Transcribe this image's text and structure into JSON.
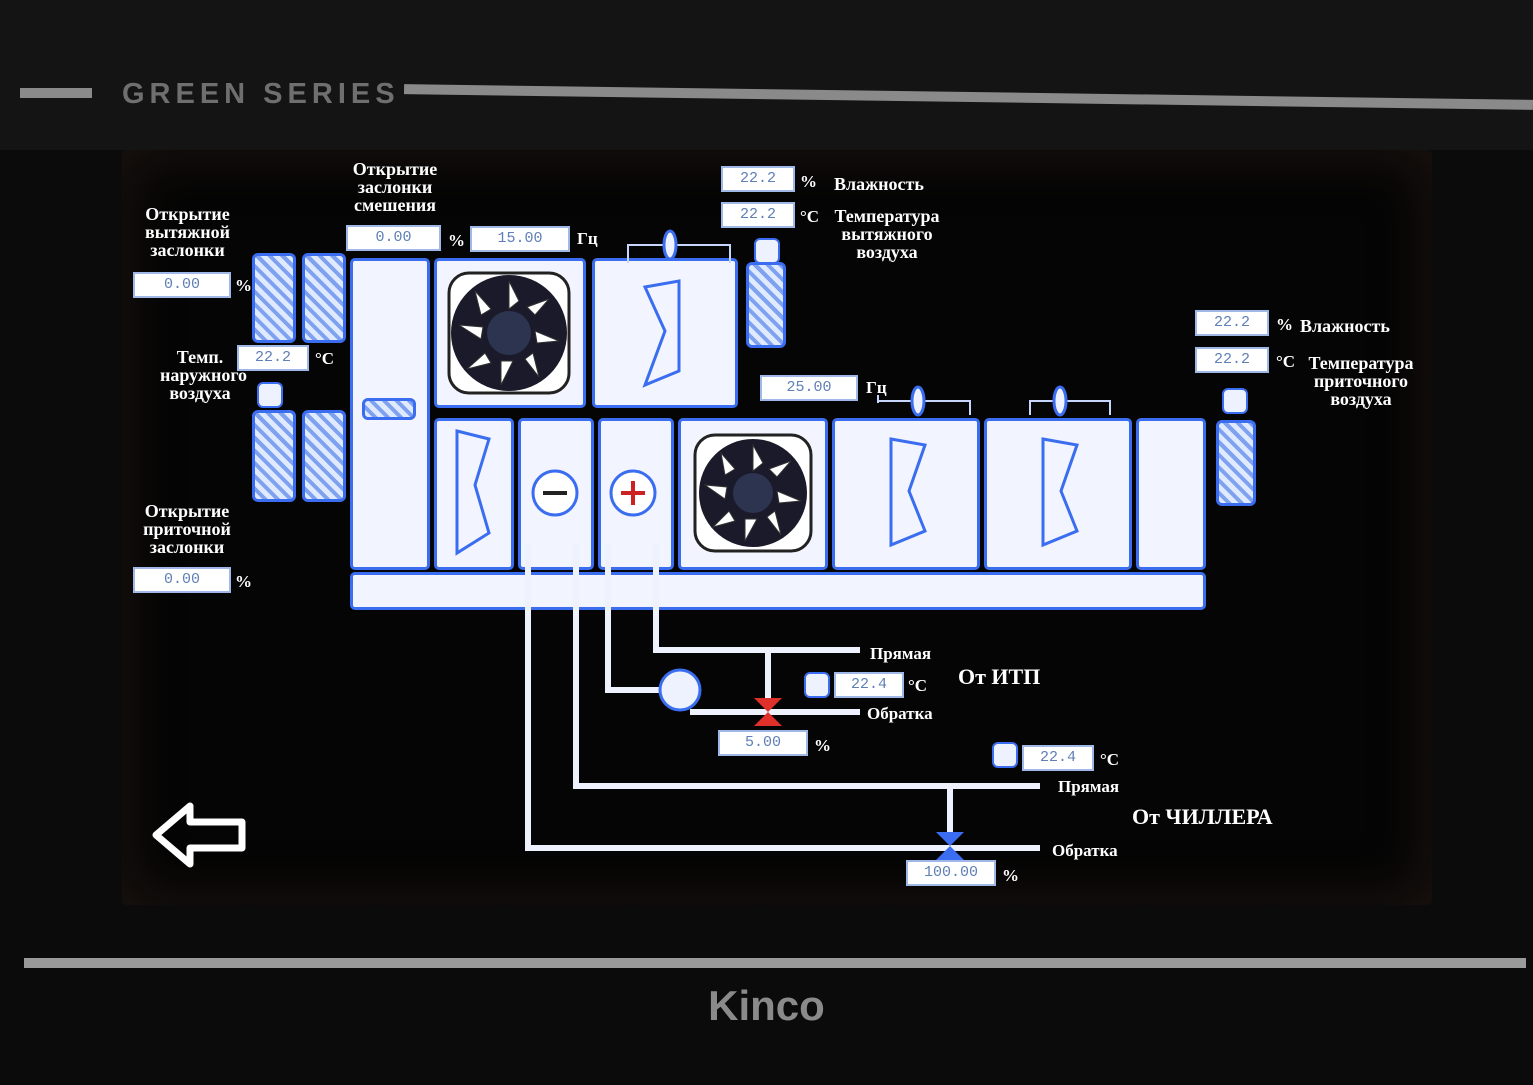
{
  "header": {
    "series": "GREEN SERIES"
  },
  "footer": {
    "brand": "Kinco"
  },
  "colors": {
    "accent": "#3a6df0",
    "panel": "#f2f5ff",
    "valve_itp": "#e0302a",
    "valve_chiller": "#3a6df0"
  },
  "exhaust_damper": {
    "label": "Открытие\nвытяжной\nзаслонки",
    "value": "0.00",
    "unit": "%"
  },
  "mixing_damper": {
    "label": "Открытие\nзаслонки\nсмешения",
    "value": "0.00",
    "unit": "%"
  },
  "exhaust_fan_freq": {
    "value": "15.00",
    "unit": "Гц"
  },
  "exhaust_humidity": {
    "value": "22.2",
    "unit": "%",
    "label": "Влажность"
  },
  "exhaust_temp": {
    "value": "22.2",
    "unit": "°C",
    "label": "Температура\nвытяжного\nвоздуха"
  },
  "outdoor_temp": {
    "label": "Темп.\nнаружного\nвоздуха",
    "value": "22.2",
    "unit": "°C"
  },
  "supply_damper": {
    "label": "Открытие\nприточной\nзаслонки",
    "value": "0.00",
    "unit": "%"
  },
  "supply_fan_freq": {
    "value": "25.00",
    "unit": "Гц"
  },
  "supply_humidity": {
    "value": "22.2",
    "unit": "%",
    "label": "Влажность"
  },
  "supply_temp": {
    "value": "22.2",
    "unit": "°C",
    "label": "Температура\nприточного\nвоздуха"
  },
  "itp": {
    "source": "От ИТП",
    "supply_label": "Прямая",
    "return_label": "Обратка",
    "temp": "22.4",
    "temp_unit": "°C",
    "valve": "5.00",
    "valve_unit": "%"
  },
  "chiller": {
    "source": "От ЧИЛЛЕРА",
    "supply_label": "Прямая",
    "return_label": "Обратка",
    "temp": "22.4",
    "temp_unit": "°C",
    "valve": "100.00",
    "valve_unit": "%"
  },
  "icons": {
    "back": "back-arrow-icon",
    "fan": "fan-icon",
    "cooler": "minus-icon",
    "heater": "plus-icon"
  }
}
